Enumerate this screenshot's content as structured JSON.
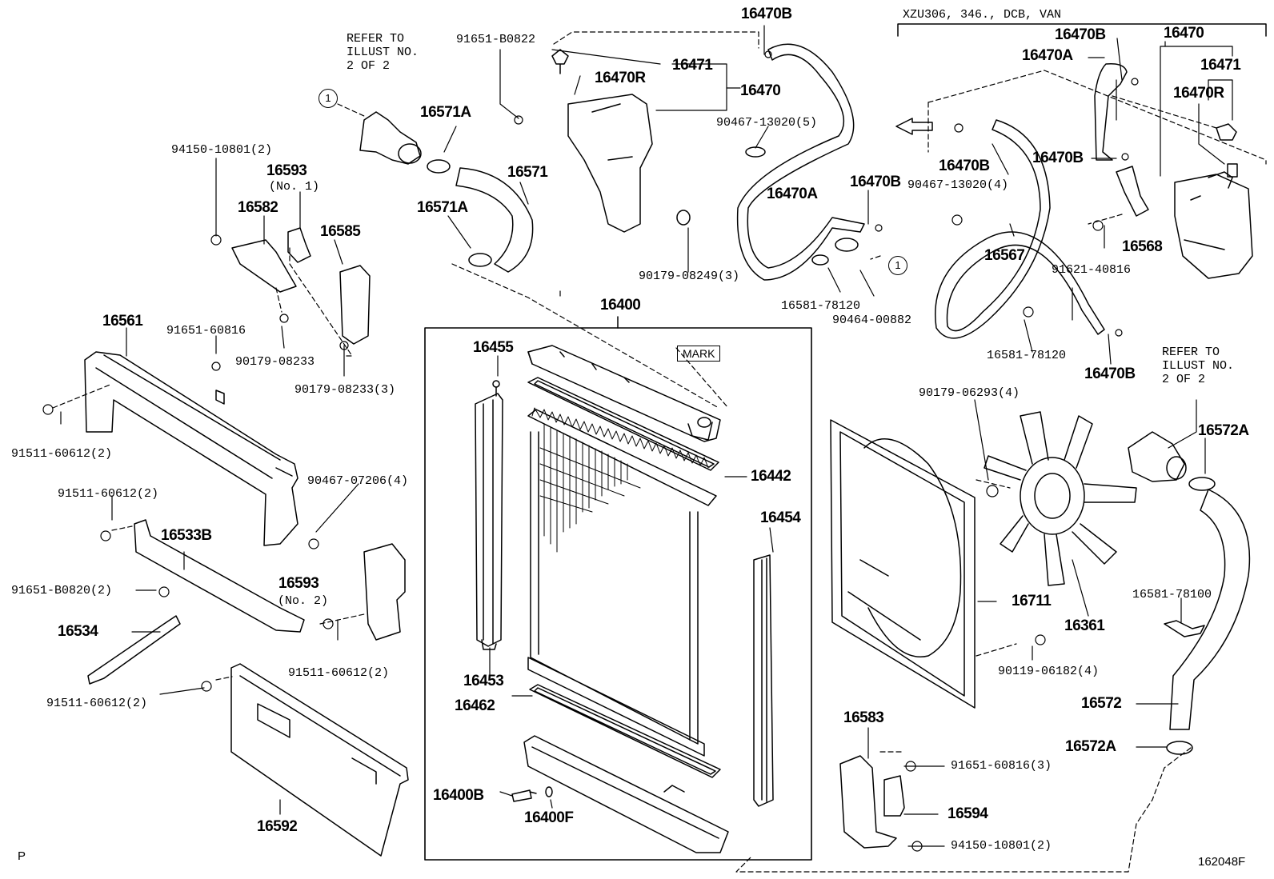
{
  "diagram_code": "162048F",
  "corner_mark": "P",
  "header_note": "XZU306, 346., DCB, VAN",
  "refer_note_top": "REFER TO\nILLUST NO.\n2 OF 2",
  "refer_note_right": "REFER TO\nILLUST NO.\n2 OF 2",
  "mark_label": "MARK",
  "circle_ref": "1",
  "labels": {
    "p91651_B0822": "91651-B0822",
    "p16470B_top": "16470B",
    "p16470R_mid": "16470R",
    "p16471_mid": "16471",
    "p16470_mid": "16470",
    "p90467_13020_5": "90467-13020(5)",
    "p16470A_mid": "16470A",
    "p16470B_mid": "16470B",
    "p16581_78120_a": "16581-78120",
    "p90464_00882": "90464-00882",
    "p94150_10801_2_top": "94150-10801(2)",
    "p16593_no1": "16593",
    "p16593_no1_sub": "(No. 1)",
    "p16582": "16582",
    "p16585": "16585",
    "p16571A_top": "16571A",
    "p16571": "16571",
    "p16571A_bot": "16571A",
    "p90179_08249_3": "90179-08249(3)",
    "p16561": "16561",
    "p91651_60816": "91651-60816",
    "p90179_08233": "90179-08233",
    "p90179_08233_3": "90179-08233(3)",
    "p91511_60612_2_a": "91511-60612(2)",
    "p90467_07206_4": "90467-07206(4)",
    "p91511_60612_2_b": "91511-60612(2)",
    "p16533B": "16533B",
    "p91651_B0820_2": "91651-B0820(2)",
    "p16593_no2": "16593",
    "p16593_no2_sub": "(No. 2)",
    "p16534": "16534",
    "p91511_60612_2_c": "91511-60612(2)",
    "p91511_60612_2_d": "91511-60612(2)",
    "p16592": "16592",
    "p16400": "16400",
    "p16455": "16455",
    "p16442": "16442",
    "p16454": "16454",
    "p16453": "16453",
    "p16462": "16462",
    "p16400B": "16400B",
    "p16400F": "16400F",
    "p16470B_r1": "16470B",
    "p16470_r": "16470",
    "p16470A_r": "16470A",
    "p16471_r": "16471",
    "p16470R_r": "16470R",
    "p16470B_r2": "16470B",
    "p90467_13020_4": "90467-13020(4)",
    "p16470B_r3": "16470B",
    "p16567": "16567",
    "p16568": "16568",
    "p91621_40816": "91621-40816",
    "p16581_78120_b": "16581-78120",
    "p16470B_r4": "16470B",
    "p90179_06293_4": "90179-06293(4)",
    "p16572A_top": "16572A",
    "p16711": "16711",
    "p16361": "16361",
    "p16581_78100": "16581-78100",
    "p90119_06182_4": "90119-06182(4)",
    "p16572": "16572",
    "p16583": "16583",
    "p91651_60816_3": "91651-60816(3)",
    "p16572A_bot": "16572A",
    "p16594": "16594",
    "p94150_10801_2_bot": "94150-10801(2)"
  }
}
